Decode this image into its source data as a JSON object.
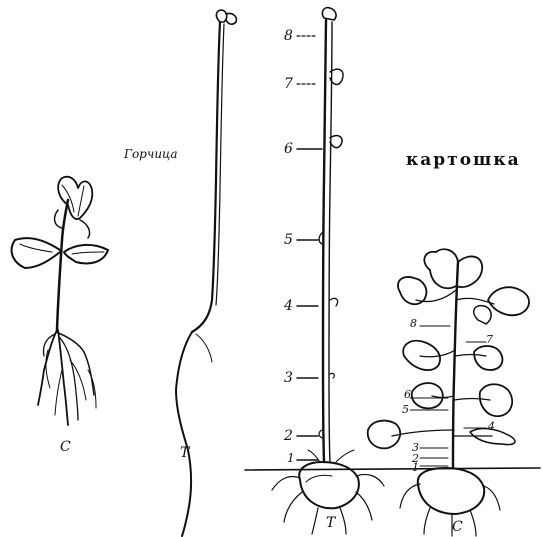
{
  "labels": {
    "mustard": "Горчица",
    "potato": "картошка",
    "left_plant": "С",
    "mid_plant": "Т",
    "stem_plant": "Т",
    "right_plant": "С"
  },
  "stem_nodes": [
    "8",
    "7",
    "6",
    "5",
    "4",
    "3",
    "2",
    "1"
  ],
  "bush_nodes": [
    "8",
    "7",
    "6",
    "5",
    "4",
    "3",
    "2",
    "1"
  ]
}
